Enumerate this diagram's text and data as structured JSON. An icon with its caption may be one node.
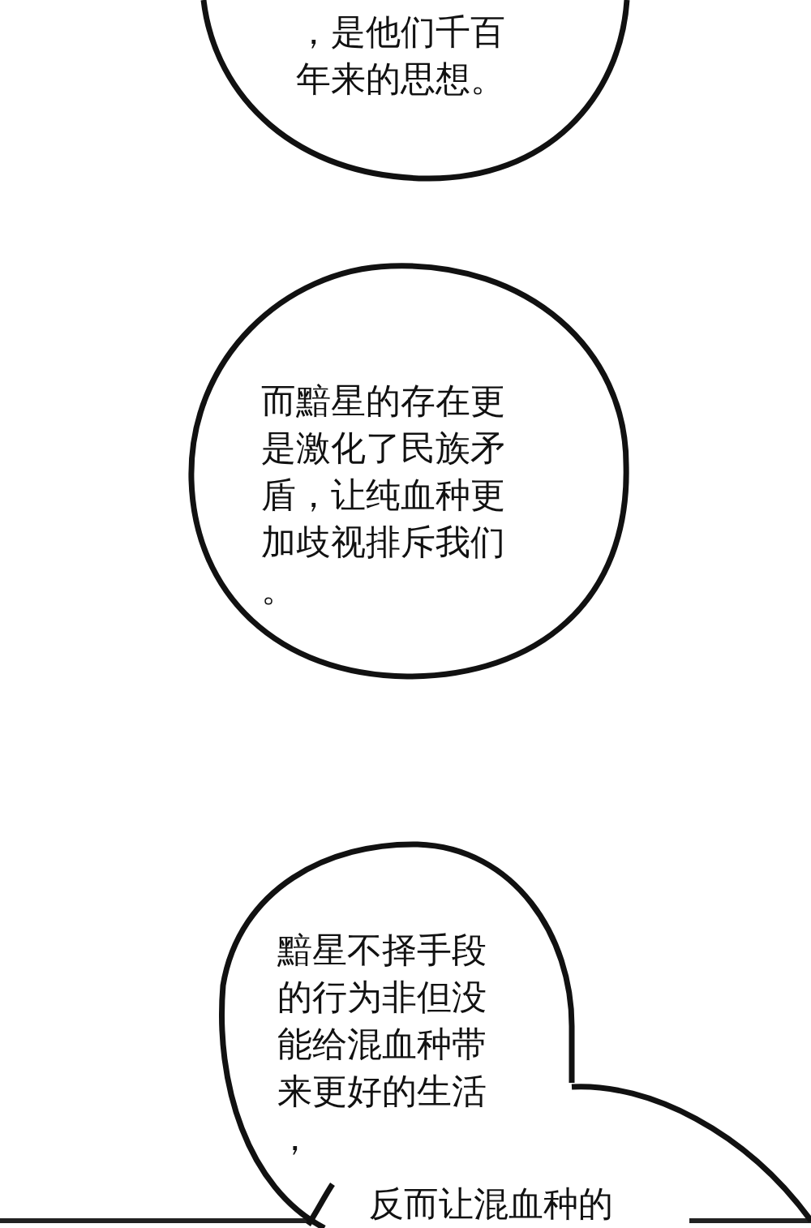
{
  "diagram": {
    "nodes": [
      {
        "text": [
          "，是他们千百年来的思想。"
        ]
      },
      {
        "text": [
          "而黯星的存在更是激化了民族矛盾，让纯血种更加歧视排斥我们。"
        ]
      },
      {
        "text": [
          "黯星不择手段的行为非但没能给混血种带来更好的生活，"
        ]
      },
      {
        "text": [
          "反而让混血种的"
        ]
      }
    ]
  }
}
